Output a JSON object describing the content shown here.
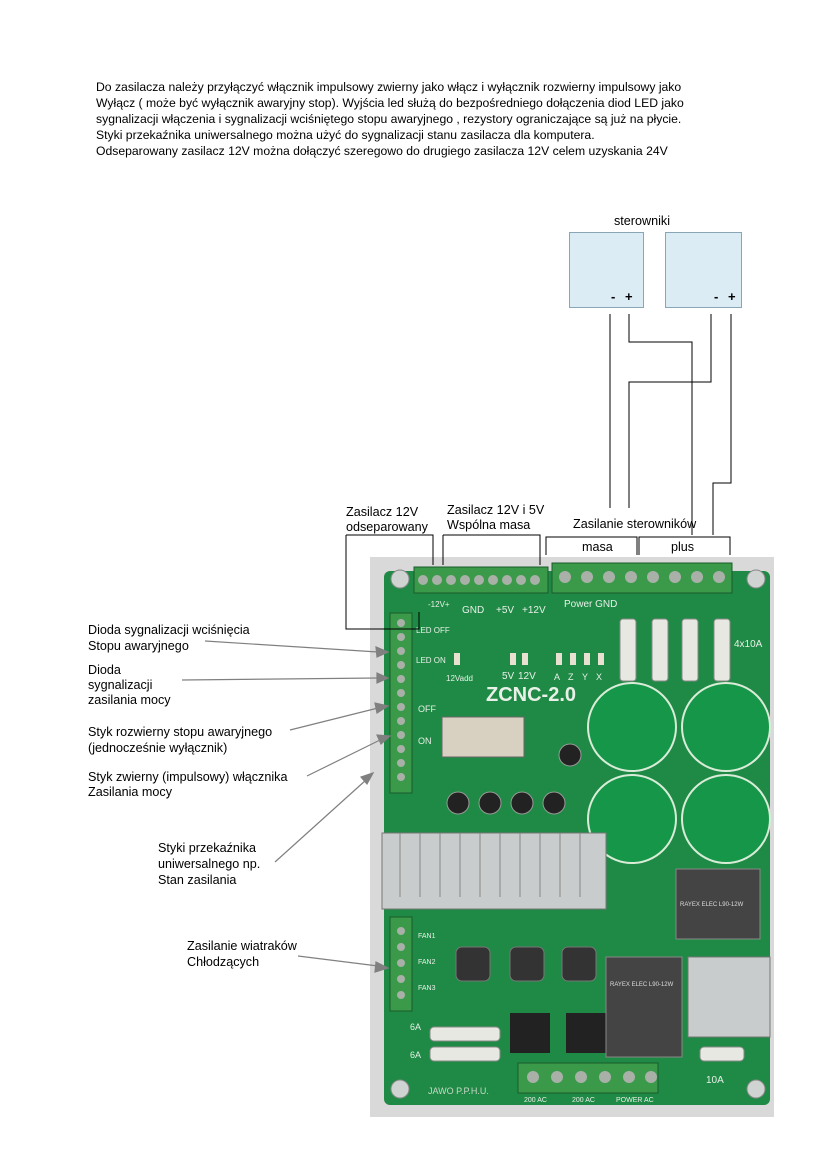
{
  "intro": [
    "Do zasilacza należy przyłączyć włącznik impulsowy zwierny jako włącz i wyłącznik rozwierny impulsowy jako",
    "Wyłącz ( może być wyłącznik awaryjny stop). Wyjścia led służą do bezpośredniego dołączenia diod LED jako",
    "sygnalizacji włączenia i sygnalizacji wciśniętego stopu awaryjnego , rezystory ograniczające są już na płycie.",
    "Styki przekaźnika uniwersalnego można użyć do sygnalizacji stanu zasilacza dla komputera.",
    "Odseparowany zasilacz 12V można dołączyć szeregowo do drugiego zasilacza 12V celem uzyskania 24V"
  ],
  "controllers": {
    "title": "sterowniki",
    "minus": "-",
    "plus": "+"
  },
  "top_labels": {
    "psu12_sep_1": "Zasilacz 12V",
    "psu12_sep_2": "odseparowany",
    "psu12_5_1": "Zasilacz 12V i 5V",
    "psu12_5_2": "Wspólna masa",
    "ctrl_power": "Zasilanie sterowników",
    "ground": "masa",
    "plus": "plus"
  },
  "side_labels": {
    "estop_led_1": "Dioda sygnalizacji wciśnięcia",
    "estop_led_2": "Stopu awaryjnego",
    "power_led_1": "Dioda",
    "power_led_2": "sygnalizacji",
    "power_led_3": "zasilania mocy",
    "nc_1": "Styk rozwierny stopu awaryjnego",
    "nc_2": "(jednocześnie wyłącznik)",
    "no_1": "Styk zwierny (impulsowy) włącznika",
    "no_2": "Zasilania mocy",
    "relay_1": "Styki przekaźnika",
    "relay_2": "uniwersalnego np.",
    "relay_3": "Stan zasilania",
    "fans_1": "Zasilanie wiatraków",
    "fans_2": "Chłodzących"
  },
  "pcb": {
    "model": "ZCNC-2.0",
    "header_12v": "-12V+",
    "gnd": "GND",
    "v5": "+5V",
    "v12": "+12V",
    "power_gnd": "Power GND",
    "led_12vadd": "12Vadd",
    "led_5v": "5V",
    "led_12v": "12V",
    "axis_a": "A",
    "axis_z": "Z",
    "axis_y": "Y",
    "axis_x": "X",
    "fuses": "4x10A",
    "led_off": "LED OFF",
    "led_on": "LED ON",
    "off": "OFF",
    "on": "ON",
    "fan1": "FAN1",
    "fan2": "FAN2",
    "fan3": "FAN3",
    "fuse_6a_1": "6A",
    "fuse_6a_2": "6A",
    "fuse_10a": "10A",
    "maker": "JAWO P.P.H.U.",
    "ac200_1": "200 AC",
    "ac200_2": "200 AC",
    "power_ac": "POWER AC",
    "relay_main": "RAYEX ELEC L90-12W",
    "relay_small": "RAYEX ELEC L90-12W"
  },
  "colors": {
    "pcb": "#1f8a45",
    "terminal": "#3a9a4a",
    "controller_box": "#dcecf4"
  }
}
